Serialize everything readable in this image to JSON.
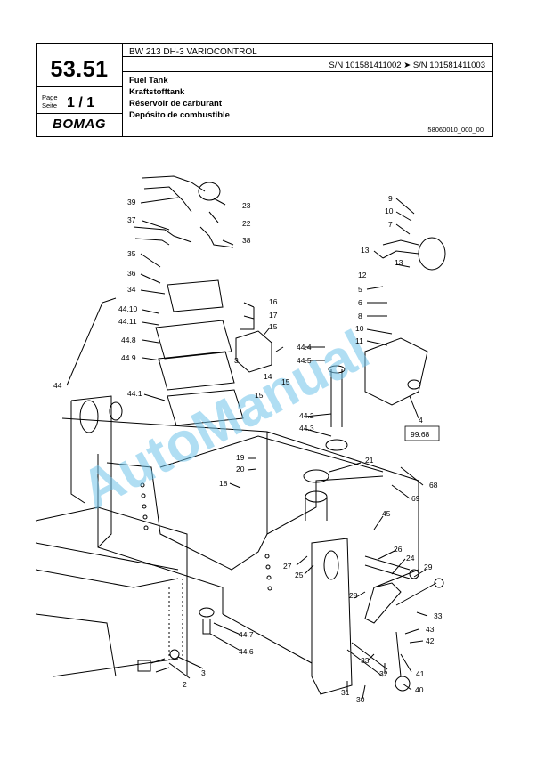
{
  "header": {
    "page_number": "53.51",
    "page_label": "Page",
    "seite_label": "Seite",
    "page_value": "1 / 1",
    "brand": "BOMAG",
    "model": "BW 213 DH-3 VARIOCONTROL",
    "serial_range": "S/N 101581411002  ➤  S/N 101581411003",
    "title_en": "Fuel Tank",
    "title_de": "Kraftstofftank",
    "title_fr": "Réservoir de carburant",
    "title_es": "Depósito de combustible",
    "drawing_ref": "58060010_000_00"
  },
  "watermark": "AutoManual",
  "callouts": [
    "39",
    "23",
    "37",
    "22",
    "38",
    "35",
    "36",
    "34",
    "44.10",
    "44.11",
    "44.8",
    "44.9",
    "44",
    "44.1",
    "16",
    "17",
    "15",
    "3",
    "14",
    "15",
    "15",
    "44.4",
    "44.5",
    "44.2",
    "44.3",
    "9",
    "10",
    "7",
    "13",
    "13",
    "12",
    "5",
    "6",
    "8",
    "10",
    "11",
    "4",
    "99.68",
    "19",
    "20",
    "18",
    "21",
    "68",
    "69",
    "45",
    "26",
    "24",
    "27",
    "25",
    "29",
    "28",
    "33",
    "43",
    "42",
    "41",
    "33",
    "32",
    "40",
    "31",
    "30",
    "44.7",
    "44.6",
    "2",
    "3"
  ]
}
